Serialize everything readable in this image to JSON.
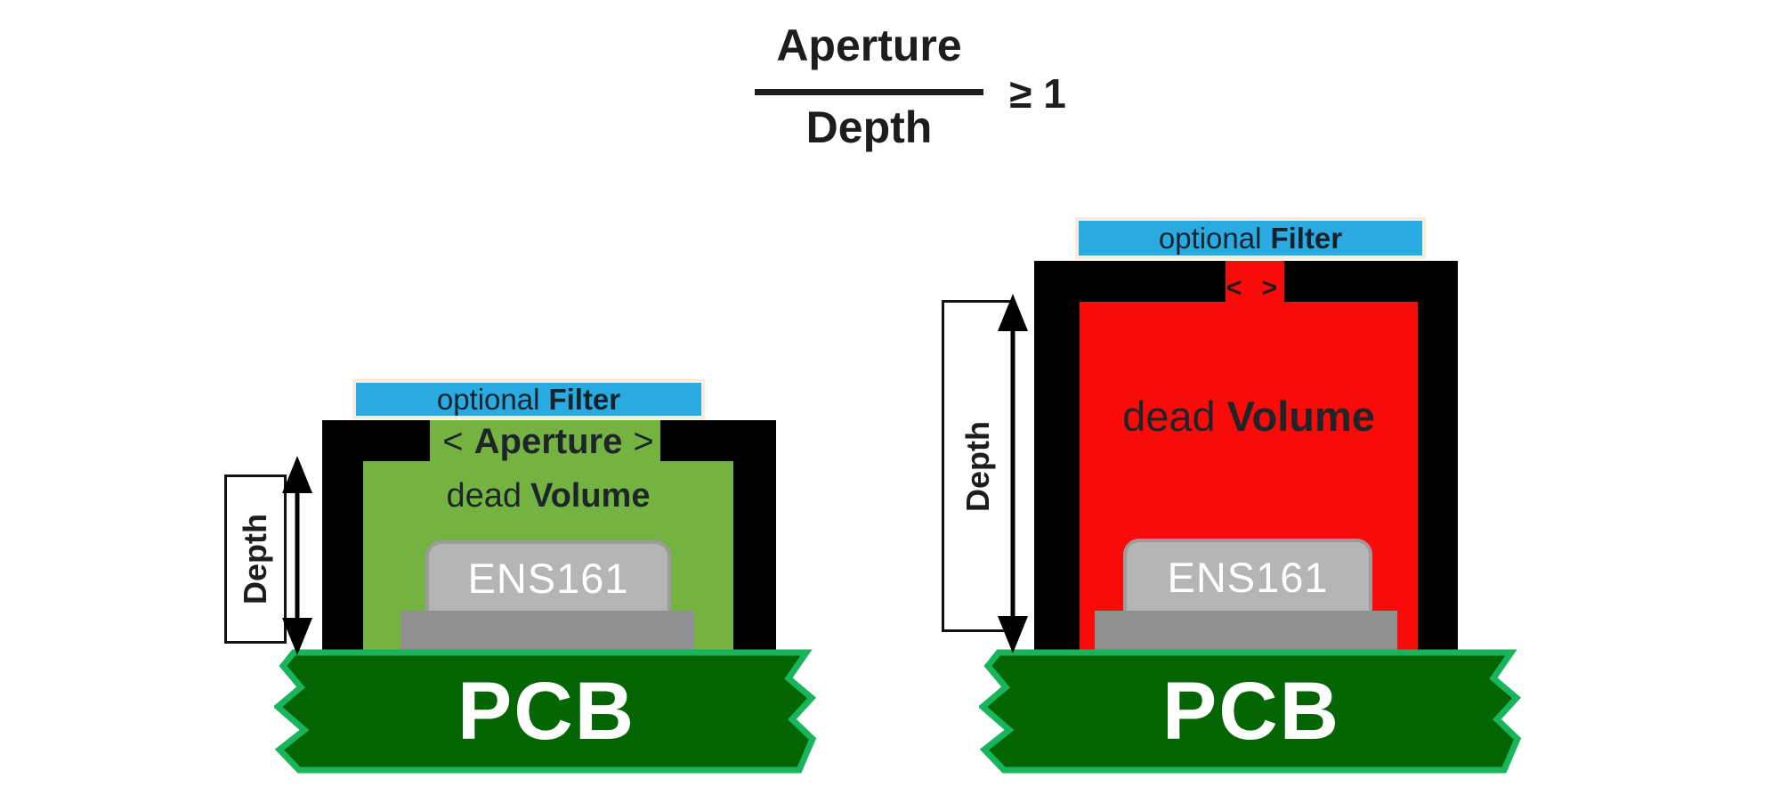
{
  "formula": {
    "numerator": "Aperture",
    "denominator": "Depth",
    "relation": "≥ 1"
  },
  "colors": {
    "filter_blue": "#29abe2",
    "filter_border_cream": "#f8eddc",
    "good_volume_green": "#74b342",
    "bad_volume_red": "#fb0a0a",
    "package_black": "#000000",
    "chip_gray": "#b5b5b5",
    "chip_base_gray": "#8f8f8f",
    "pcb_green": "#036603",
    "pcb_border_green": "#19b55c"
  },
  "left_diagram": {
    "filter_label": {
      "normal": "optional",
      "bold": "Filter"
    },
    "aperture_label": {
      "open": "<",
      "word": "Aperture",
      "close": ">"
    },
    "dead_volume_label": {
      "normal": "dead",
      "bold": "Volume"
    },
    "depth_label": "Depth",
    "chip_label": "ENS161",
    "pcb_label": "PCB"
  },
  "right_diagram": {
    "filter_label": {
      "normal": "optional",
      "bold": "Filter"
    },
    "aperture_label": "< >",
    "dead_volume_label": {
      "normal": "dead",
      "bold": "Volume"
    },
    "depth_label": "Depth",
    "chip_label": "ENS161",
    "pcb_label": "PCB"
  }
}
